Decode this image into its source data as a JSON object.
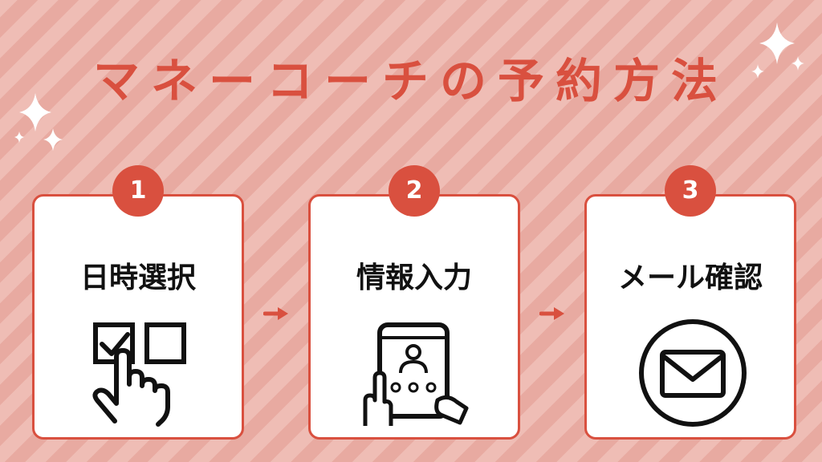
{
  "title": "マネーコーチの予約方法",
  "colors": {
    "accent": "#d9503f",
    "card_bg": "#ffffff",
    "text": "#111111"
  },
  "steps": [
    {
      "number": "1",
      "label": "日時選択",
      "icon": "checkbox-pointer-icon"
    },
    {
      "number": "2",
      "label": "情報入力",
      "icon": "tablet-input-icon"
    },
    {
      "number": "3",
      "label": "メール確認",
      "icon": "envelope-icon"
    }
  ],
  "connector_icon": "arrow-right-icon"
}
